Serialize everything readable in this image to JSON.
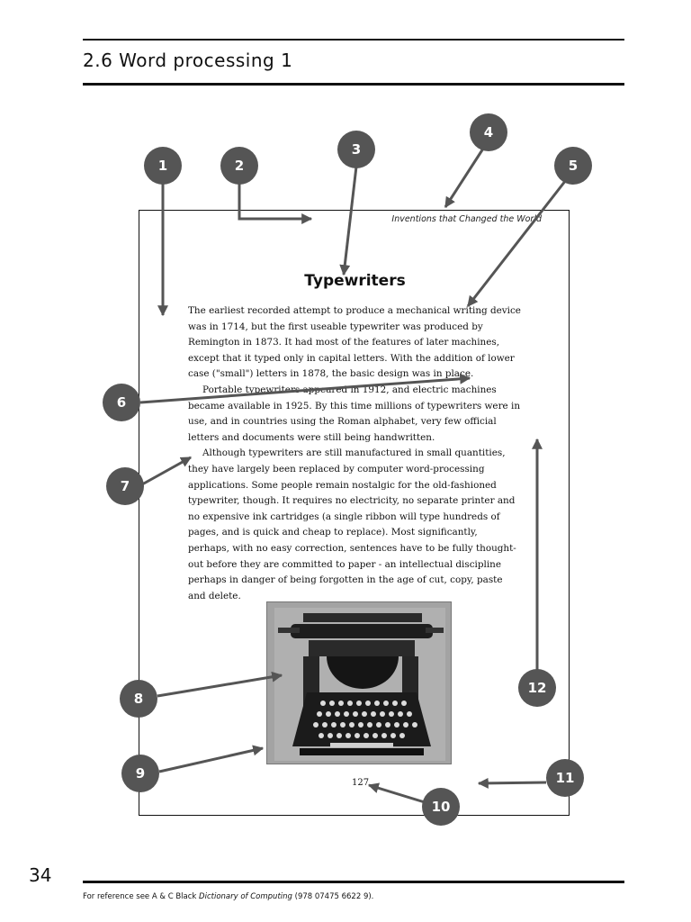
{
  "header": {
    "title": "2.6 Word processing 1"
  },
  "page_number": "34",
  "footer": {
    "prefix": "For reference see A & C Black ",
    "book": "Dictionary of Computing",
    "suffix": " (978 07475 6622 9)."
  },
  "document": {
    "running_header": "Inventions that Changed the World",
    "title": "Typewriters",
    "paragraphs": [
      "The earliest recorded attempt to produce a mechanical writing device was in 1714, but the first useable typewriter was produced by Remington in 1873. It had most of the features of later machines, except that it typed only in capital letters. With the addition of lower case (\"small\") letters in 1878, the basic design was in place.",
      "Portable typewriters appeared in 1912, and electric machines became available in 1925. By this time millions of typewriters were in use, and in countries using the Roman alphabet, very few official letters and documents were still being handwritten.",
      "Although typewriters are still manufactured in small quantities, they have largely been replaced by computer word-processing applications. Some people remain nostalgic for the old-fashioned typewriter, though. It requires no electricity, no separate printer and no expensive ink cartridges (a single ribbon will type hundreds of pages, and is quick and cheap to replace). Most significantly, perhaps, with no easy correction, sentences have to be fully thought-out before they are committed to paper - an intellectual discipline perhaps in danger of being forgotten in the age of cut, copy, paste and delete."
    ],
    "folio": "127"
  },
  "callouts": [
    "1",
    "2",
    "3",
    "4",
    "5",
    "6",
    "7",
    "8",
    "9",
    "10",
    "11",
    "12"
  ],
  "colors": {
    "badge": "#555555",
    "ink": "#111111"
  }
}
